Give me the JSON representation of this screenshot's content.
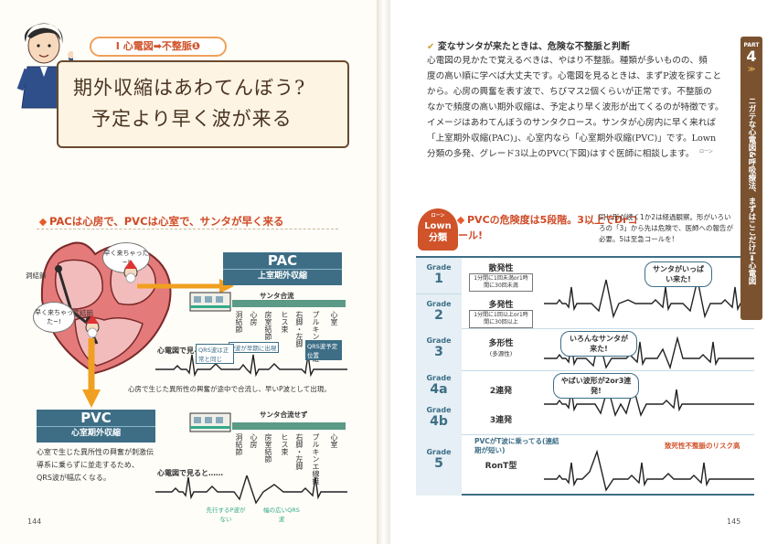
{
  "left_page": {
    "section_tag": "Ⅰ 心電図➡不整脈❶",
    "title_line1": "期外収縮はあわてんぼう?",
    "title_line2": "予定より早く波が来る",
    "heading": "PACは心房で、PVCは心室で、サンタが早く来る",
    "anatomy": {
      "sinus_node": "洞結節",
      "av_node": "房室結節",
      "bubble_upper": "早く来ちゃった~!",
      "bubble_lower": "早く来ちゃった~!"
    },
    "pac": {
      "title": "PAC",
      "subtitle": "上室期外収縮",
      "train_note": "サンタ合流",
      "stations": [
        "洞結節",
        "心房",
        "房室結節",
        "ヒス束",
        "右脚・左脚",
        "プルキンエ線維",
        "心室"
      ],
      "ecg_label": "心電図で見ると……",
      "note_p": "P波が早期に出現",
      "note_qrs_same": "QRS波は正常と同じ",
      "note_qrs_sched": "QRS波予定位置",
      "caption": "心房で生じた異所性の興奮が途中で合流し、早いP波として出現。"
    },
    "pvc": {
      "title": "PVC",
      "subtitle": "心室期外収縮",
      "train_note": "サンタ合流せず",
      "stations": [
        "洞結節",
        "心房",
        "房室結節",
        "ヒス束",
        "右脚・左脚",
        "プルキンエ線維",
        "心室"
      ],
      "ecg_label": "心電図で見ると……",
      "note_p": "先行するP波がない",
      "note_qrs": "幅の広いQRS波",
      "description": "心室で生じた異所性の興奮が刺激伝導系に乗らずに並走するため、QRS波が幅広くなる。"
    },
    "page_number": "144"
  },
  "right_page": {
    "intro_heading": "変なサンタが来たときは、危険な不整脈と判断",
    "body_lines": [
      "心電図の見かたで覚えるべきは、やはり不整脈。種類が多いものの、頻",
      "度の高い順に学べば大丈夫です。心電図を見るときは、まずP波を探すこと",
      "から。心房の興奮を表す波で、ちびマス2個くらいが正常です。不整脈の",
      "なかで頻度の高い期外収縮は、予定より早く波形が出てくるのが特徴です。",
      "イメージはあわてんぼうのサンタクロース。サンタが心房内に早く来れば",
      "「上室期外収縮(PAC)」、心室内なら「心室期外収縮(PVC)」です。Lown",
      "分類の多発、グレード3以上のPVC(下図)はすぐ医師に相談します。"
    ],
    "ruby_lown": "ローン",
    "heading": "PVCの危険度は5段階。3以上でDrコール!",
    "lown_badge_ruby": "ローン",
    "lown_badge": "Lown分類",
    "side_note": "同じ形が続く1か2は経過観察。形がいろいろの「3」から先は危険で、医師への報告が必要。5は至急コールを!",
    "grades": [
      {
        "grade": "Grade",
        "num": "1",
        "name": "散発性",
        "detail": "1分間に1回未満or1時間に30回未満"
      },
      {
        "grade": "Grade",
        "num": "2",
        "name": "多発性",
        "detail": "1分間に1回以上or1時間に30回以上"
      },
      {
        "grade": "Grade",
        "num": "3",
        "name": "多形性",
        "detail": "(多源性)"
      },
      {
        "grade": "Grade",
        "num": "4a",
        "name": "2連発",
        "detail": ""
      },
      {
        "grade": "Grade",
        "num": "4b",
        "name": "3連発",
        "detail": ""
      },
      {
        "grade": "Grade",
        "num": "5",
        "name": "RonT型",
        "detail": ""
      }
    ],
    "callout_12": "サンタがいっぱい来た!",
    "callout_3": "いろんなサンタが来た!",
    "callout_4": "やばい波形が2or3連発!",
    "callout_5a": "PVCがT波に乗ってる(連結期が短い)",
    "callout_5b": "致死性不整脈のリスク高",
    "page_number": "145"
  },
  "side_tab": {
    "part_label": "PART",
    "part_num": "4",
    "text": "ニガテな心電図&呼吸療法、まずはここだけ!➡心電図"
  },
  "colors": {
    "accent": "#d0532a",
    "navy": "#3d6e86",
    "tab": "#7a5230",
    "highlight": "#f5c45a"
  }
}
